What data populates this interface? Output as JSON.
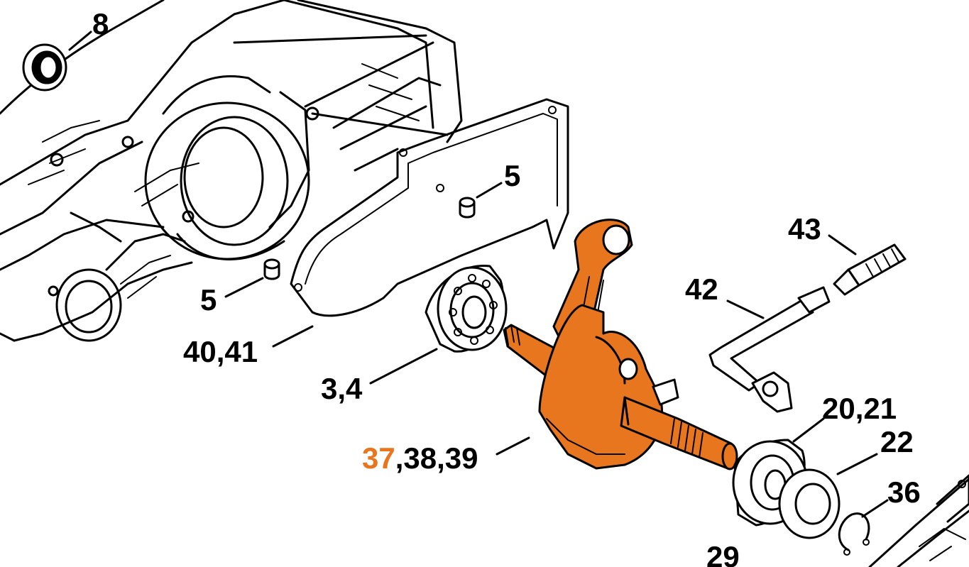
{
  "colors": {
    "highlight": "#e8761e",
    "line": "#000000",
    "background": "#ffffff"
  },
  "labels": {
    "p8": "8",
    "p5a": "5",
    "p5b": "5",
    "p43": "43",
    "p42": "42",
    "p40_41": "40,41",
    "p3_4": "3,4",
    "p37_highlight": "37",
    "p38_39": ",38,39",
    "p20_21": "20,21",
    "p22": "22",
    "p36": "36",
    "p29": "29"
  }
}
